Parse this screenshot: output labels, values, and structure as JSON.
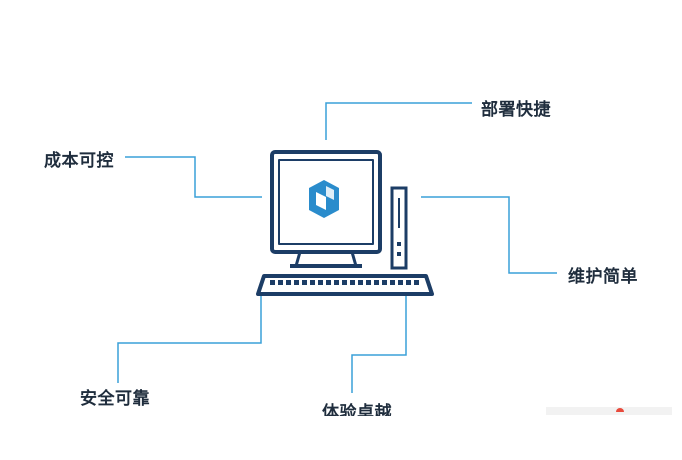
{
  "features": {
    "deploy": "部署快捷",
    "cost": "成本可控",
    "maintenance": "维护简单",
    "security": "安全可靠",
    "experience": "体验卓越"
  },
  "colors": {
    "line": "#3aa0d8",
    "outline": "#1c3d66",
    "logo": "#2a8ccc",
    "text": "#1f2d3d"
  },
  "icons": [
    "monitor-icon",
    "keyboard-icon",
    "tower-icon",
    "cube-logo-icon"
  ]
}
